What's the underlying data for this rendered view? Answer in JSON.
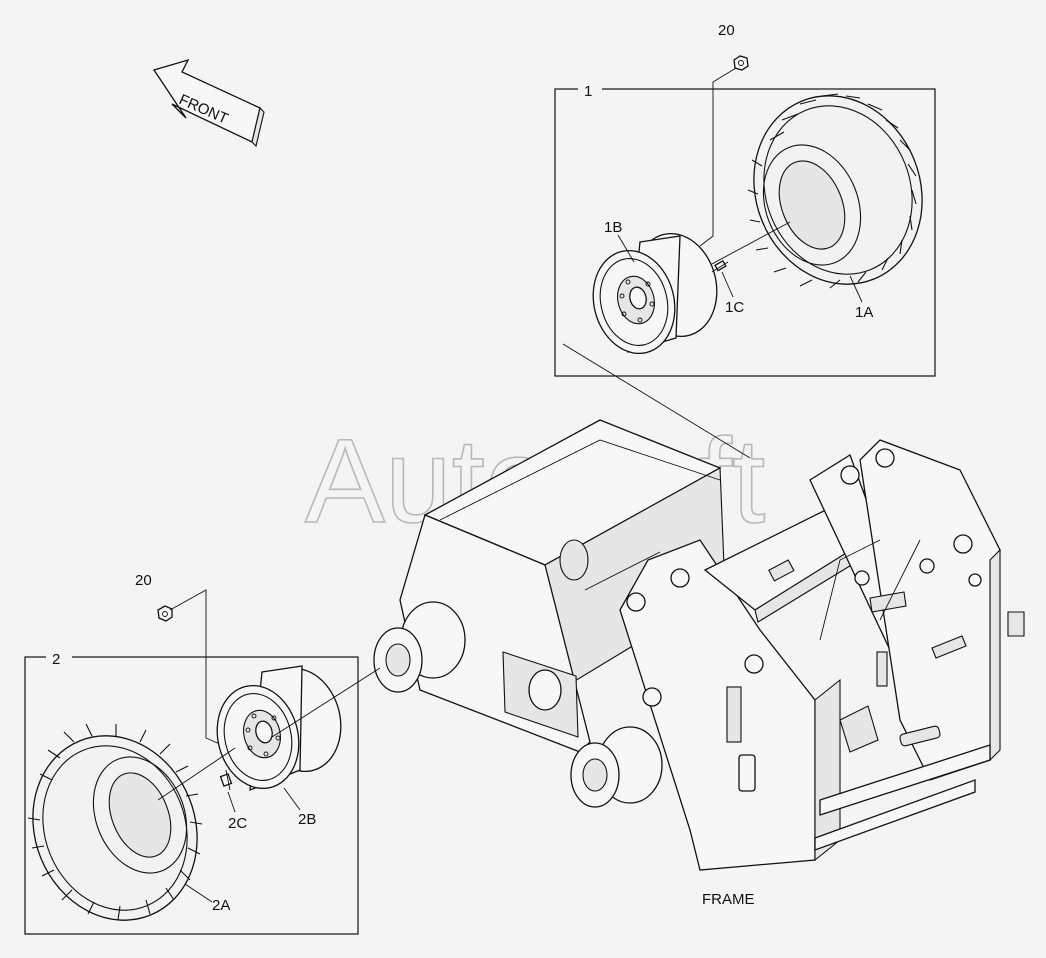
{
  "watermark": "AutoSoft",
  "front_arrow": {
    "label": "FRONT"
  },
  "frame_label": "FRAME",
  "callouts": {
    "nut_top": "20",
    "box1": "1",
    "rim1": "1B",
    "valve1": "1C",
    "tire1": "1A",
    "nut_left": "20",
    "box2": "2",
    "valve2": "2C",
    "rim2": "2B",
    "tire2": "2A"
  }
}
